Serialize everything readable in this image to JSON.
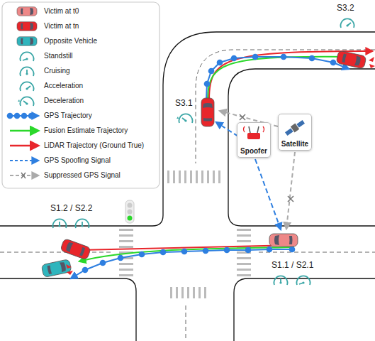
{
  "diagram": {
    "nodes": [
      {
        "text": [
          "Spoofer"
        ]
      },
      {
        "text": [
          "Satellite"
        ]
      }
    ],
    "labels": [
      "S3.2",
      "S3.1",
      "S1.2 / S2.2",
      "S1.1 / S2.1"
    ],
    "legend": [
      {
        "text": "Victim at t0"
      },
      {
        "text": "Victim at tn"
      },
      {
        "text": "Opposite Vehicle"
      },
      {
        "text": "Standstill"
      },
      {
        "text": "Cruising"
      },
      {
        "text": "Acceleration"
      },
      {
        "text": "Deceleration"
      },
      {
        "text": "GPS Trajectory"
      },
      {
        "text": "Fusion Estimate Trajectory"
      },
      {
        "text": "LiDAR Trajectory (Ground True)"
      },
      {
        "text": "GPS Spoofing Signal"
      },
      {
        "text": "Suppressed GPS Signal"
      }
    ]
  }
}
